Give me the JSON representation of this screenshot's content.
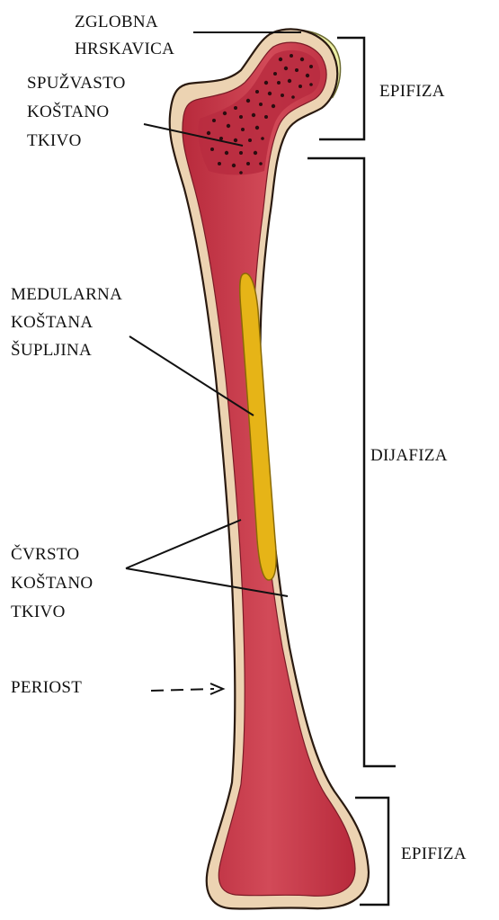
{
  "labels": {
    "articular_cartilage": [
      "ZGLOBNA",
      "HRSKAVICA"
    ],
    "spongy_bone": [
      "SPUŽVASTO",
      "KOŠTANO",
      "TKIVO"
    ],
    "medullary_cavity": [
      "MEDULARNA",
      "KOŠTANA",
      "ŠUPLJINA"
    ],
    "compact_bone": [
      "ČVRSTO",
      "KOŠTANO",
      "TKIVO"
    ],
    "periosteum": "PERIOST",
    "epiphysis_top": "EPIFIZA",
    "diaphysis": "DIJAFIZA",
    "epiphysis_bottom": "EPIFIZA"
  },
  "colors": {
    "periosteum": "#ecd3b2",
    "compact_bone": "#cc3f4f",
    "medullary_cavity": "#e6b417",
    "articular_cartilage": "#eef0a6",
    "spongy_dots": "#2a0d10",
    "lines": "#111111"
  }
}
